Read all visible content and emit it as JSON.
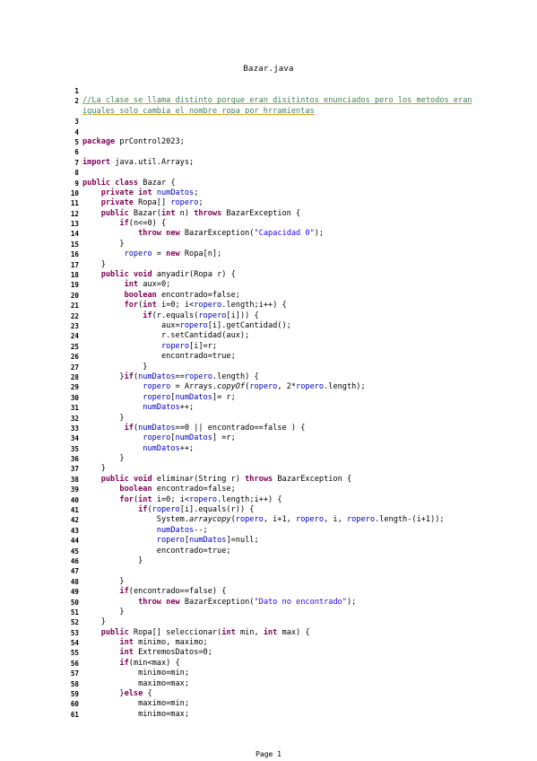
{
  "file_title": "Bazar.java",
  "footer": "Page 1",
  "lines": [
    {
      "n": "1",
      "t": ""
    },
    {
      "n": "2",
      "t": "//La clase se llama distinto porque eran disitintos enunciados pero los metodos eran"
    },
    {
      "n": "",
      "t": "iguales solo cambia el nombre ropa por hrramientas"
    },
    {
      "n": "3",
      "t": ""
    },
    {
      "n": "4",
      "t": ""
    },
    {
      "n": "5",
      "t": "package prControl2023;"
    },
    {
      "n": "6",
      "t": ""
    },
    {
      "n": "7",
      "t": "import java.util.Arrays;"
    },
    {
      "n": "8",
      "t": ""
    },
    {
      "n": "9",
      "t": "public class Bazar {"
    },
    {
      "n": "10",
      "t": "    private int numDatos;"
    },
    {
      "n": "11",
      "t": "    private Ropa[] ropero;"
    },
    {
      "n": "12",
      "t": "    public Bazar(int n) throws BazarException {"
    },
    {
      "n": "13",
      "t": "        if(n<=0) {"
    },
    {
      "n": "14",
      "t": "            throw new BazarException(\"Capacidad 0\");"
    },
    {
      "n": "15",
      "t": "        }"
    },
    {
      "n": "16",
      "t": "         ropero = new Ropa[n];"
    },
    {
      "n": "17",
      "t": "    }"
    },
    {
      "n": "18",
      "t": "    public void anyadir(Ropa r) {"
    },
    {
      "n": "19",
      "t": "         int aux=0;"
    },
    {
      "n": "20",
      "t": "         boolean encontrado=false;"
    },
    {
      "n": "21",
      "t": "         for(int i=0; i<ropero.length;i++) {"
    },
    {
      "n": "22",
      "t": "             if(r.equals(ropero[i])) {"
    },
    {
      "n": "23",
      "t": "                 aux=ropero[i].getCantidad();"
    },
    {
      "n": "24",
      "t": "                 r.setCantidad(aux);"
    },
    {
      "n": "25",
      "t": "                 ropero[i]=r;"
    },
    {
      "n": "26",
      "t": "                 encontrado=true;"
    },
    {
      "n": "27",
      "t": "             }"
    },
    {
      "n": "28",
      "t": "        }if(numDatos==ropero.length) {"
    },
    {
      "n": "29",
      "t": "             ropero = Arrays.copyOf(ropero, 2*ropero.length);"
    },
    {
      "n": "30",
      "t": "             ropero[numDatos]= r;"
    },
    {
      "n": "31",
      "t": "             numDatos++;"
    },
    {
      "n": "32",
      "t": "        }"
    },
    {
      "n": "33",
      "t": "         if(numDatos==0 || encontrado==false ) {"
    },
    {
      "n": "34",
      "t": "             ropero[numDatos] =r;"
    },
    {
      "n": "35",
      "t": "             numDatos++;"
    },
    {
      "n": "36",
      "t": "        }"
    },
    {
      "n": "37",
      "t": "    }"
    },
    {
      "n": "38",
      "t": "    public void eliminar(String r) throws BazarException {"
    },
    {
      "n": "39",
      "t": "        boolean encontrado=false;"
    },
    {
      "n": "40",
      "t": "        for(int i=0; i<ropero.length;i++) {"
    },
    {
      "n": "41",
      "t": "            if(ropero[i].equals(r)) {"
    },
    {
      "n": "42",
      "t": "                System.arraycopy(ropero, i+1, ropero, i, ropero.length-(i+1));"
    },
    {
      "n": "43",
      "t": "                numDatos--;"
    },
    {
      "n": "44",
      "t": "                ropero[numDatos]=null;"
    },
    {
      "n": "45",
      "t": "                encontrado=true;"
    },
    {
      "n": "46",
      "t": "            }"
    },
    {
      "n": "47",
      "t": ""
    },
    {
      "n": "48",
      "t": "        }"
    },
    {
      "n": "49",
      "t": "        if(encontrado==false) {"
    },
    {
      "n": "50",
      "t": "            throw new BazarException(\"Dato no encontrado\");"
    },
    {
      "n": "51",
      "t": "        }"
    },
    {
      "n": "52",
      "t": "    }"
    },
    {
      "n": "53",
      "t": "    public Ropa[] seleccionar(int min, int max) {"
    },
    {
      "n": "54",
      "t": "        int minimo, maximo;"
    },
    {
      "n": "55",
      "t": "        int ExtremosDatos=0;"
    },
    {
      "n": "56",
      "t": "        if(min<max) {"
    },
    {
      "n": "57",
      "t": "            minimo=min;"
    },
    {
      "n": "58",
      "t": "            maximo=max;"
    },
    {
      "n": "59",
      "t": "        }else {"
    },
    {
      "n": "60",
      "t": "            maximo=min;"
    },
    {
      "n": "61",
      "t": "            minimo=max;"
    }
  ]
}
